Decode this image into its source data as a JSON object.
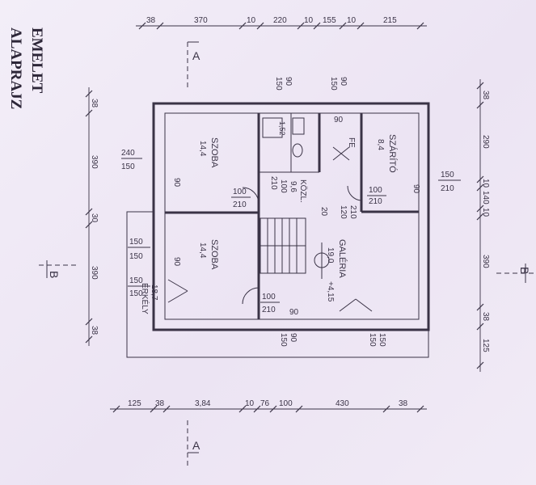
{
  "title": {
    "line1": "EMELET",
    "line2": "ALAPRAJZ"
  },
  "section_markers": {
    "a_top": "A",
    "a_bottom": "A",
    "b_left": "B",
    "b_right": "B"
  },
  "dims": {
    "top": [
      "38",
      "370",
      "10",
      "220",
      "10",
      "155",
      "10",
      "215"
    ],
    "bottom": [
      "125",
      "38",
      "3,84",
      "10",
      "76",
      "100",
      "430",
      "38"
    ],
    "left": [
      "38",
      "390",
      "30",
      "390",
      "38"
    ],
    "right": [
      "38",
      "290",
      "10",
      "140",
      "10",
      "390",
      "38",
      "125"
    ]
  },
  "rooms": {
    "szoba1": {
      "name": "SZOBA",
      "area": "14,4"
    },
    "szoba2": {
      "name": "SZOBA",
      "area": "14,4"
    },
    "szarito": {
      "name": "SZÁRÍTÓ",
      "area": "8,4"
    },
    "galeria": {
      "name": "GALÉRIA",
      "area": "19,0",
      "level": "+4,15"
    },
    "kozl": {
      "name": "KÖZL.",
      "area": "9,6"
    },
    "fe": {
      "name": "FE"
    },
    "wc": {
      "area": "1,52"
    },
    "erkely": {
      "name": "ERKÉLY",
      "area": "18,7"
    }
  },
  "openings": {
    "w1": [
      "240",
      "150"
    ],
    "w2": [
      "150",
      "150"
    ],
    "w3": [
      "150",
      "150"
    ],
    "w4": [
      "150",
      "210"
    ],
    "w5": [
      "150",
      "150"
    ],
    "top1": [
      "150",
      "90"
    ],
    "top2": [
      "150",
      "90"
    ],
    "d90a": "90",
    "d90b": "90",
    "d90c": "90",
    "d90d": "90",
    "d90e": "90",
    "d100a": [
      "100",
      "210"
    ],
    "d100b": [
      "100",
      "210"
    ],
    "d100c": [
      "100",
      "210"
    ],
    "d120": [
      "120",
      "210"
    ],
    "d210": "210",
    "d100d": "100",
    "d20": "20"
  }
}
